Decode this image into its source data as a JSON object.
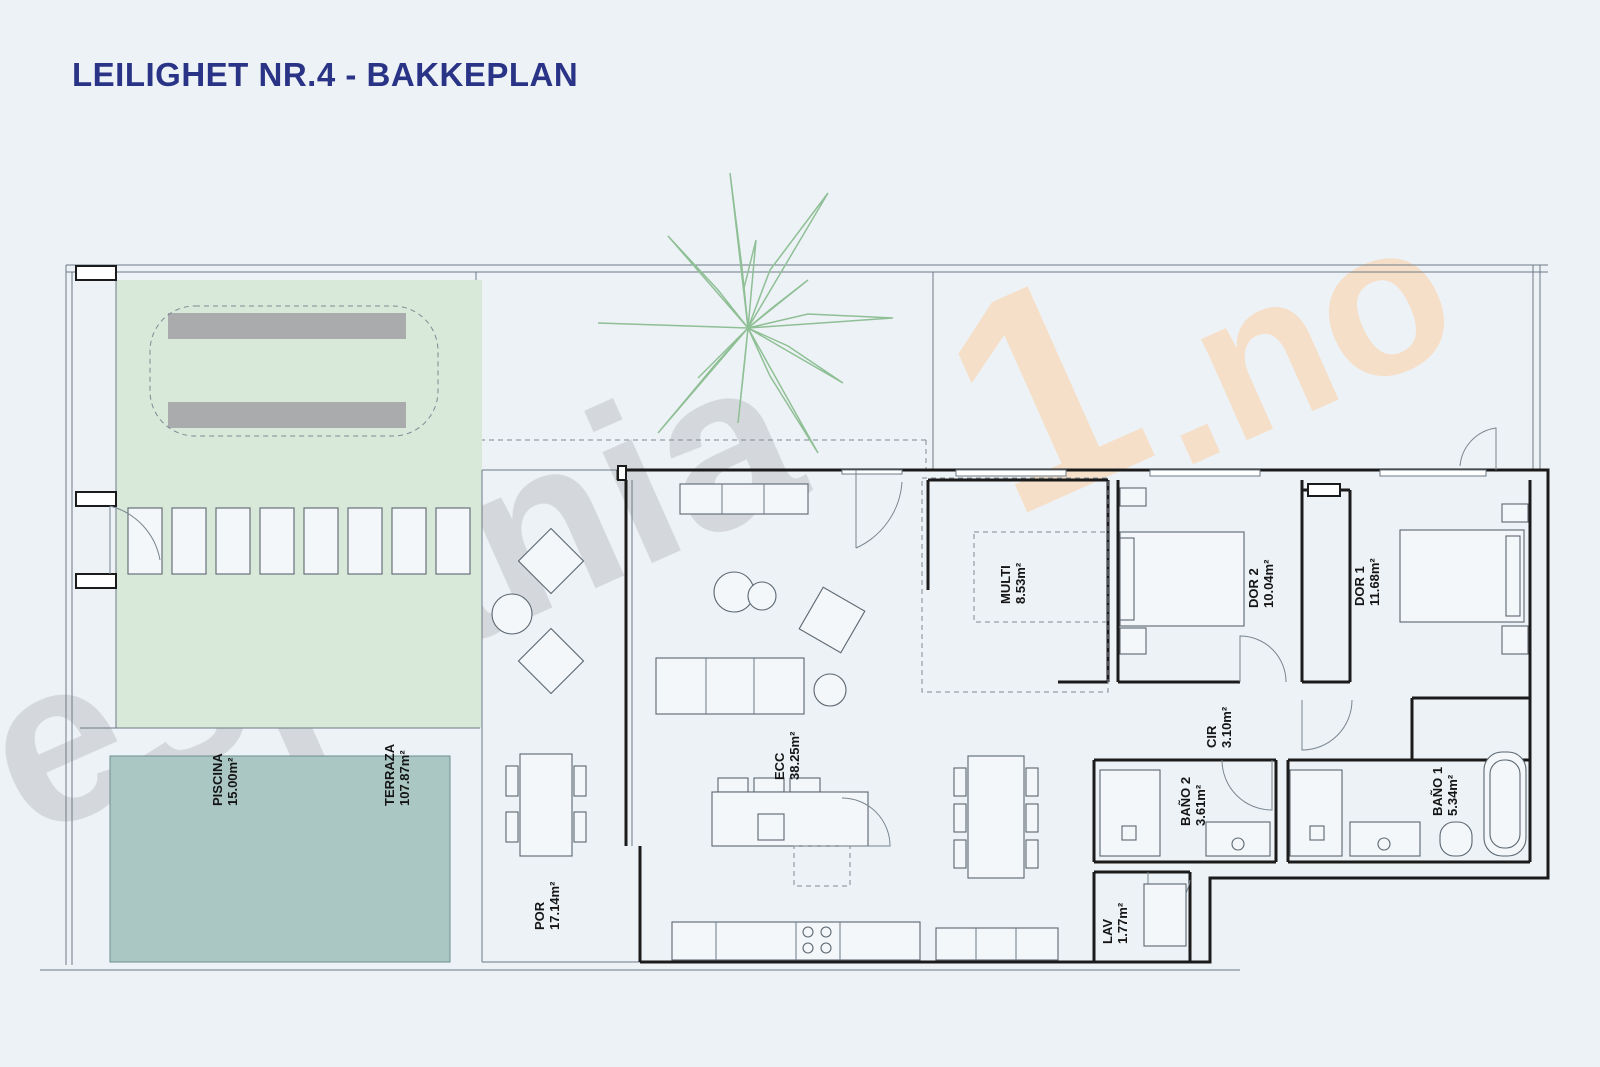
{
  "title": "LEILIGHET NR.4 - BAKKEPLAN",
  "watermark": {
    "text_left": "espania",
    "text_accent": "1",
    "text_right": ".no",
    "color_gray": "#cfd3d6",
    "color_orange": "#f7dcc0"
  },
  "colors": {
    "title": "#2a3486",
    "terrace_fill": "#d8e8d9",
    "pool_fill": "#aac7c4",
    "plant_stroke": "#8fbf95",
    "wall": "#1b1b1b"
  },
  "rooms": [
    {
      "id": "piscina",
      "name": "PISCINA",
      "area": "15.00m²"
    },
    {
      "id": "terraza",
      "name": "TERRAZA",
      "area": "107.87m²"
    },
    {
      "id": "por",
      "name": "POR",
      "area": "17.14m²"
    },
    {
      "id": "ecc",
      "name": "ECC",
      "area": "38.25m²"
    },
    {
      "id": "multi",
      "name": "MULTI",
      "area": "8.53m²"
    },
    {
      "id": "dor2",
      "name": "DOR 2",
      "area": "10.04m²"
    },
    {
      "id": "dor1",
      "name": "DOR 1",
      "area": "11.68m²"
    },
    {
      "id": "cir",
      "name": "CIR",
      "area": "3.10m²"
    },
    {
      "id": "bano2",
      "name": "BAÑO 2",
      "area": "3.61m²"
    },
    {
      "id": "bano1",
      "name": "BAÑO 1",
      "area": "5.34m²"
    },
    {
      "id": "lav",
      "name": "LAV",
      "area": "1.77m²"
    }
  ]
}
